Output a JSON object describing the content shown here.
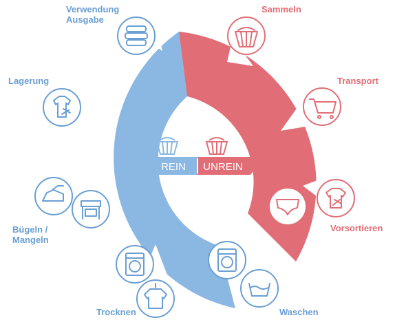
{
  "colors": {
    "clean": "#8bb7e3",
    "clean_dark": "#6a9fd3",
    "dirty": "#e16e76",
    "dirty_light": "#ea8d93",
    "background": "#ffffff"
  },
  "center": {
    "clean_label": "REIN",
    "dirty_label": "UNREIN",
    "clean_icon": "laundry-basket-icon",
    "dirty_icon": "laundry-basket-icon"
  },
  "stages": {
    "usage": {
      "line1": "Verwendung",
      "line2": "Ausgabe",
      "icon": "folded-towels-icon"
    },
    "storage": {
      "label": "Lagerung",
      "icon": "shirt-on-hanger-icon"
    },
    "ironing": {
      "line1": "Bügeln /",
      "line2": "Mangeln",
      "icon_a": "iron-icon",
      "icon_b": "mangle-icon"
    },
    "drying": {
      "label": "Trocknen",
      "icon_a": "dryer-icon",
      "icon_b": "shirt-hanger-icon"
    },
    "washing": {
      "label": "Waschen",
      "icon_a": "washing-machine-icon",
      "icon_b": "wash-symbol-icon"
    },
    "sorting": {
      "label": "Vorsortieren",
      "icon_a": "shirt-icon",
      "icon_b": "underwear-icon"
    },
    "transport": {
      "label": "Transport",
      "icon": "shopping-cart-icon"
    },
    "collect": {
      "label": "Sammeln",
      "icon": "laundry-basket-icon"
    }
  }
}
